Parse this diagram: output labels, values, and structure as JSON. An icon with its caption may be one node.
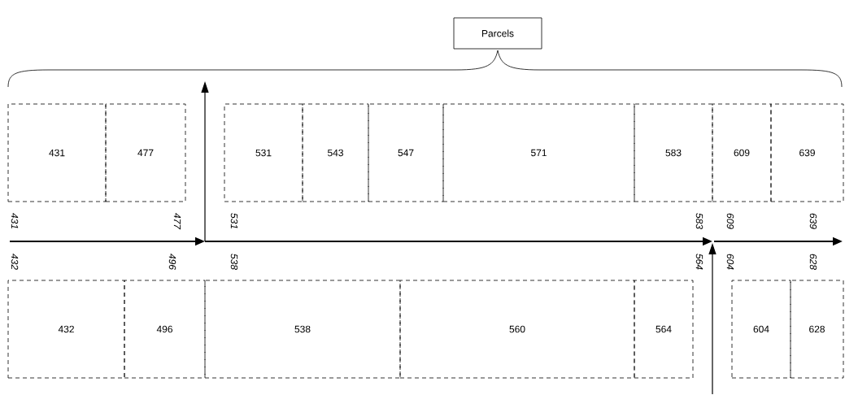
{
  "diagram": {
    "nodes": [
      {
        "text": [
          "Parcels"
        ]
      },
      {
        "text": [
          "431"
        ]
      },
      {
        "text": [
          "477"
        ]
      },
      {
        "text": [
          "531"
        ]
      },
      {
        "text": [
          "543"
        ]
      },
      {
        "text": [
          "547"
        ]
      },
      {
        "text": [
          "571"
        ]
      },
      {
        "text": [
          "583"
        ]
      },
      {
        "text": [
          "609"
        ]
      },
      {
        "text": [
          "639"
        ]
      },
      {
        "text": [
          "432"
        ]
      },
      {
        "text": [
          "496"
        ]
      },
      {
        "text": [
          "538"
        ]
      },
      {
        "text": [
          "560"
        ]
      },
      {
        "text": [
          "564"
        ]
      },
      {
        "text": [
          "604"
        ]
      },
      {
        "text": [
          "628"
        ]
      }
    ],
    "labels": [
      "431",
      "477",
      "531",
      "583",
      "609",
      "639",
      "432",
      "496",
      "538",
      "564",
      "604",
      "628"
    ]
  }
}
